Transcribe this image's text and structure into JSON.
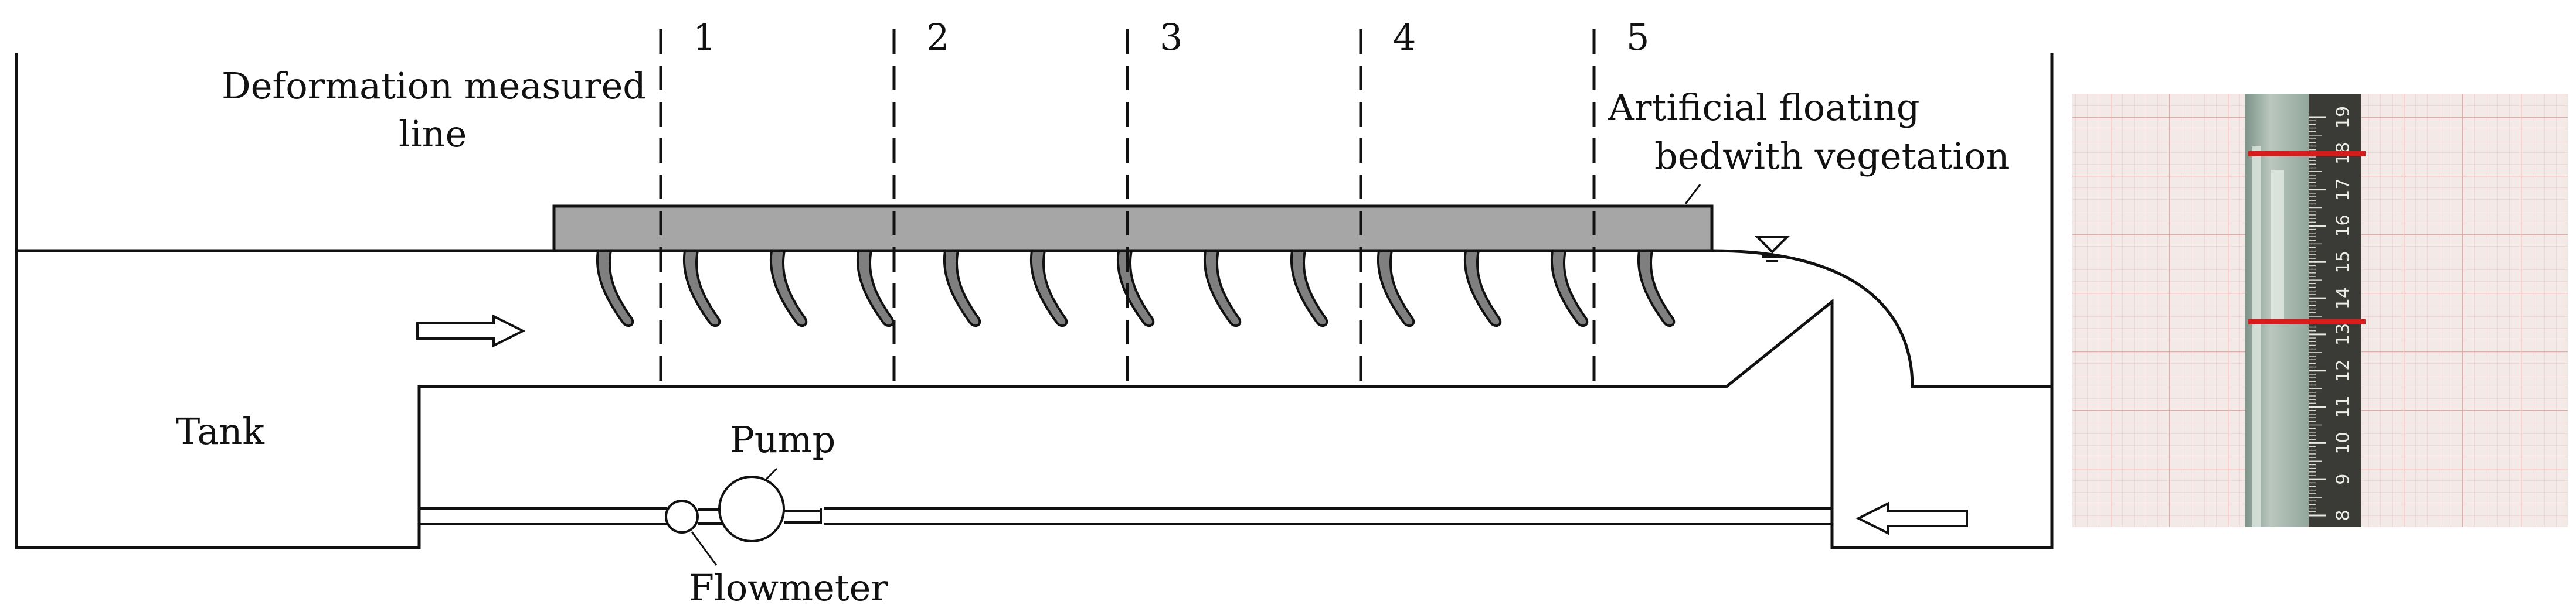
{
  "labels": {
    "deformation_line_1": "Deformation measured",
    "deformation_line_2": "line",
    "bed_line_1": "Artificial floating",
    "bed_line_2": "bedwith vegetation",
    "tank": "Tank",
    "pump": "Pump",
    "flowmeter": "Flowmeter"
  },
  "measured_lines": [
    "1",
    "2",
    "3",
    "4",
    "5"
  ],
  "ruler_ticks": [
    "8",
    "9",
    "10",
    "11",
    "12",
    "13",
    "14",
    "15",
    "16",
    "17",
    "18",
    "19"
  ],
  "colors": {
    "line": "#111111",
    "bed_fill": "#a6a6a6",
    "vegetation_fill": "#7f7f7f",
    "grid_paper": "#f3e9e6",
    "grid_line": "#e6a9a6",
    "marker_red": "#d81b1b",
    "ruler": "#3a3a36",
    "glass": "#9fb0a7"
  },
  "icons": {
    "water_surface": "water-surface-symbol-icon",
    "flow_arrow": "flow-arrow-icon"
  }
}
